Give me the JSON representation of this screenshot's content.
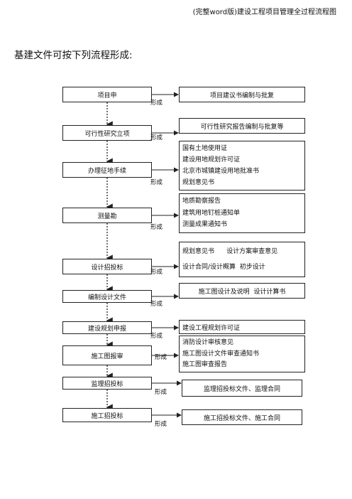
{
  "header": {
    "text": "(完整word版)建设工程项目管理全过程流程图"
  },
  "heading": "基建文件可按下列流程形成:",
  "connector_label": "形成",
  "steps": [
    {
      "label": "项目申",
      "results": [
        "项目建议书编制与批复"
      ]
    },
    {
      "label": "可行性研究立项",
      "results": [
        "可行性研究报告编制与批复等"
      ]
    },
    {
      "label": "办理征地手续",
      "results": [
        "国有土地使用证",
        "建设用地规划许可证",
        "北京市城镇建设用地批准书",
        "规划意见书"
      ]
    },
    {
      "label": "测量勘",
      "results": [
        "地质勘察报告",
        "建筑用地钉桩通知单",
        "测量成果通知书"
      ]
    },
    {
      "label": "设计招投标",
      "results": [
        "规划意见书      设计方案审查意见",
        "设计合同/设计概算  初步设计"
      ]
    },
    {
      "label": "编制设计文件",
      "results": [
        "施工图设计及说明  设计计算书"
      ]
    },
    {
      "label": "建设规划申报",
      "results": [
        "建设工程规划许可证"
      ]
    },
    {
      "label": "施工图报审",
      "results": [
        "消防设计审核意见",
        "施工图设计文件审查通知书",
        "施工图审查报告"
      ]
    },
    {
      "label": "监理招投标",
      "results": [
        "监理招投标文件、监理合同"
      ]
    },
    {
      "label": "施工招投标",
      "results": [
        "施工招投标文件、施工合同"
      ]
    }
  ]
}
